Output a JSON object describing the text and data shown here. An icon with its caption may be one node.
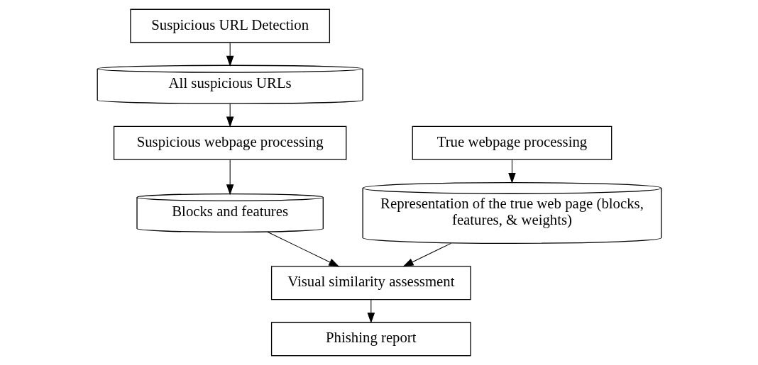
{
  "diagram": {
    "nodes": [
      {
        "text": [
          "Suspicious URL Detection"
        ]
      },
      {
        "text": [
          "True webpage processing"
        ]
      },
      {
        "text": [
          "All suspicious URLs"
        ]
      },
      {
        "text": [
          "Representation of the true web page (blocks, features, & weights)"
        ]
      },
      {
        "text": [
          "Suspicious webpage processing"
        ]
      },
      {
        "text": [
          "Blocks and features"
        ]
      },
      {
        "text": [
          "Visual similarity assessment"
        ]
      },
      {
        "text": [
          "Phishing report"
        ]
      }
    ],
    "edges": [
      {
        "from": 0,
        "to": 2,
        "arrow": "to"
      },
      {
        "from": 1,
        "to": 3,
        "arrow": "to"
      },
      {
        "from": 2,
        "to": 4,
        "arrow": "to"
      },
      {
        "from": 4,
        "to": 5,
        "arrow": "to"
      },
      {
        "from": 3,
        "to": 6,
        "arrow": "to"
      },
      {
        "from": 5,
        "to": 6,
        "arrow": "to"
      },
      {
        "from": 6,
        "to": 7,
        "arrow": "to"
      }
    ]
  }
}
